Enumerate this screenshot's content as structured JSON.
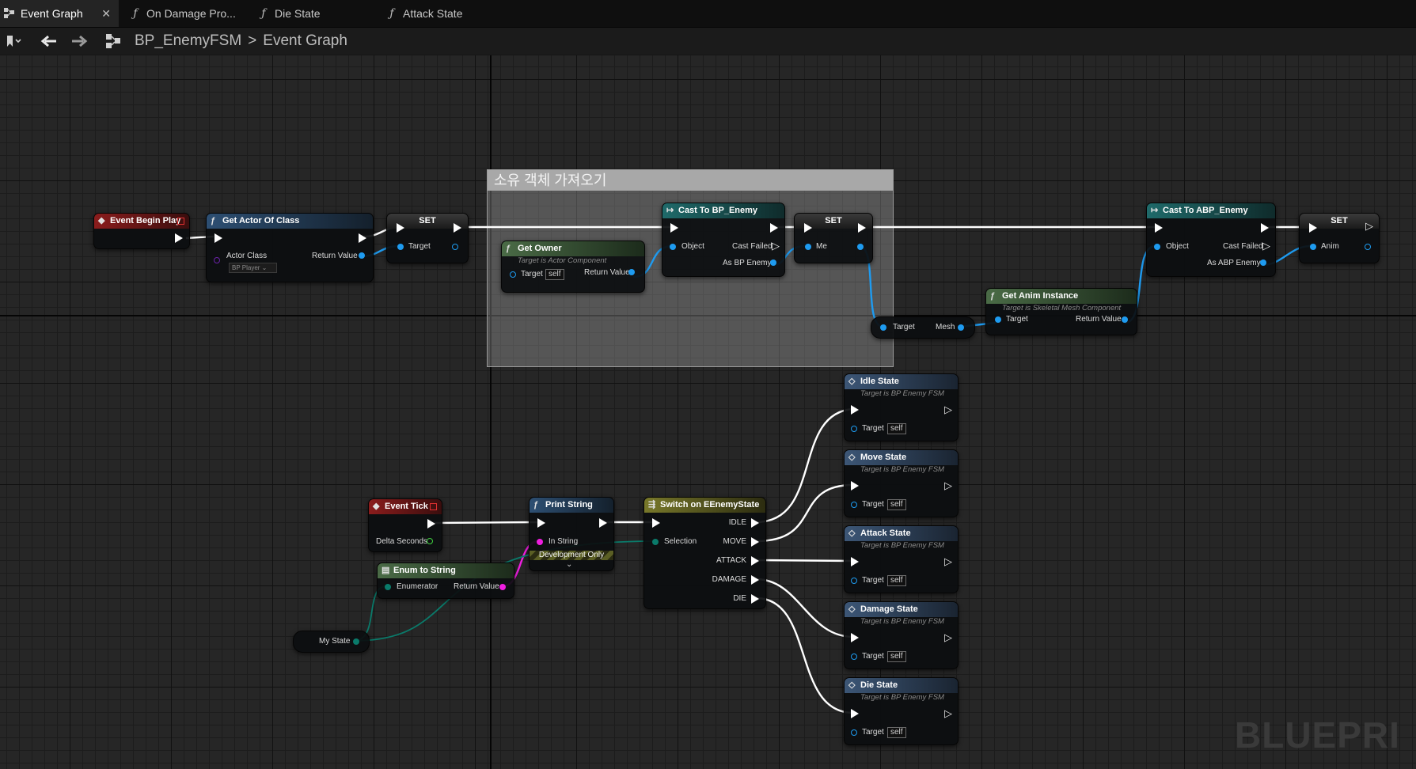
{
  "tabs": [
    {
      "label": "Event Graph",
      "icon": "graph-icon",
      "active": true
    },
    {
      "label": "On Damage Pro...",
      "icon": "function-icon"
    },
    {
      "label": "Die State",
      "icon": "function-icon"
    },
    {
      "label": "Attack State",
      "icon": "function-icon"
    }
  ],
  "toolbar": {
    "breadcrumb_blueprint": "BP_EnemyFSM",
    "breadcrumb_separator": ">",
    "breadcrumb_graph": "Event Graph"
  },
  "comment_box": {
    "title": "소유 객체 가져오기"
  },
  "nodes": {
    "event_begin_play": {
      "title": "Event Begin Play"
    },
    "get_actor_of_class": {
      "title": "Get Actor Of Class",
      "pin_actor_class": "Actor Class",
      "actor_class_value": "BP Player",
      "pin_return": "Return Value"
    },
    "set1": {
      "title": "SET",
      "pin_target": "Target"
    },
    "get_owner": {
      "title": "Get Owner",
      "subtitle": "Target is Actor Component",
      "pin_target": "Target",
      "self": "self",
      "pin_return": "Return Value"
    },
    "cast_bp_enemy": {
      "title": "Cast To BP_Enemy",
      "pin_object": "Object",
      "pin_cast_failed": "Cast Failed",
      "pin_as": "As BP Enemy"
    },
    "set2": {
      "title": "SET",
      "pin_me": "Me"
    },
    "mesh_getter": {
      "pin_target": "Target",
      "pin_mesh": "Mesh"
    },
    "get_anim_instance": {
      "title": "Get Anim Instance",
      "subtitle": "Target is Skeletal Mesh Component",
      "pin_target": "Target",
      "pin_return": "Return Value"
    },
    "cast_abp_enemy": {
      "title": "Cast To ABP_Enemy",
      "pin_object": "Object",
      "pin_cast_failed": "Cast Failed",
      "pin_as": "As ABP Enemy"
    },
    "set3": {
      "title": "SET",
      "pin_anim": "Anim"
    },
    "event_tick": {
      "title": "Event Tick",
      "pin_delta": "Delta Seconds"
    },
    "print_string": {
      "title": "Print String",
      "pin_in_string": "In String",
      "dev_only": "Development Only"
    },
    "enum_to_string": {
      "title": "Enum to String",
      "pin_enumerator": "Enumerator",
      "pin_return": "Return Value"
    },
    "my_state": {
      "label": "My State"
    },
    "switch": {
      "title": "Switch on EEnemyState",
      "pin_selection": "Selection",
      "outputs": [
        "IDLE",
        "MOVE",
        "ATTACK",
        "DAMAGE",
        "DIE"
      ]
    },
    "states": [
      {
        "title": "Idle State",
        "subtitle": "Target is BP Enemy FSM",
        "pin_target": "Target",
        "self": "self"
      },
      {
        "title": "Move State",
        "subtitle": "Target is BP Enemy FSM",
        "pin_target": "Target",
        "self": "self"
      },
      {
        "title": "Attack State",
        "subtitle": "Target is BP Enemy FSM",
        "pin_target": "Target",
        "self": "self"
      },
      {
        "title": "Damage State",
        "subtitle": "Target is BP Enemy FSM",
        "pin_target": "Target",
        "self": "self"
      },
      {
        "title": "Die State",
        "subtitle": "Target is BP Enemy FSM",
        "pin_target": "Target",
        "self": "self"
      }
    ]
  },
  "watermark": "BLUEPRI",
  "colors": {
    "exec": "#ffffff",
    "object_pin": "#1e9bf0",
    "string_pin": "#f01ee0",
    "enum_pin": "#0a7a6a",
    "float_pin": "#40d040",
    "class_pin": "#6a22a8"
  }
}
